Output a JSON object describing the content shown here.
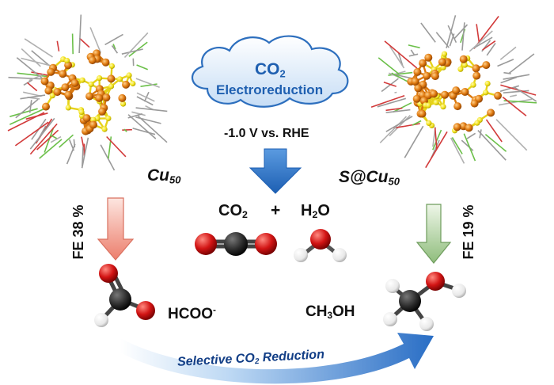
{
  "cloud": {
    "line1_main": "CO",
    "line1_sub": "2",
    "line2": "Electroreduction"
  },
  "potential": "-1.0 V vs. RHE",
  "left_cluster": {
    "label_main": "Cu",
    "label_sub": "50",
    "fe": "FE 38 %",
    "product_main": "HCOO",
    "product_sup": "-"
  },
  "right_cluster": {
    "label_main": "S@Cu",
    "label_sub": "50",
    "fe": "FE 19 %",
    "product_a": "CH",
    "product_sub": "3",
    "product_b": "OH"
  },
  "reactants": {
    "co2_main": "CO",
    "co2_sub": "2",
    "plus": "+",
    "h2o_a": "H",
    "h2o_sub": "2",
    "h2o_b": "O"
  },
  "bottom_arrow": {
    "text_a": "Selective CO",
    "text_sub": "2",
    "text_b": " Reduction"
  },
  "colors": {
    "copper": "#e07a10",
    "sulfur": "#f2e21a",
    "carbon": "#2b2b2b",
    "oxygen": "#d21414",
    "hydrogen": "#f0f0f0",
    "arrow_blue": "#2f73c6",
    "arrow_red": "#f08a7a",
    "arrow_green": "#9bc38a"
  }
}
